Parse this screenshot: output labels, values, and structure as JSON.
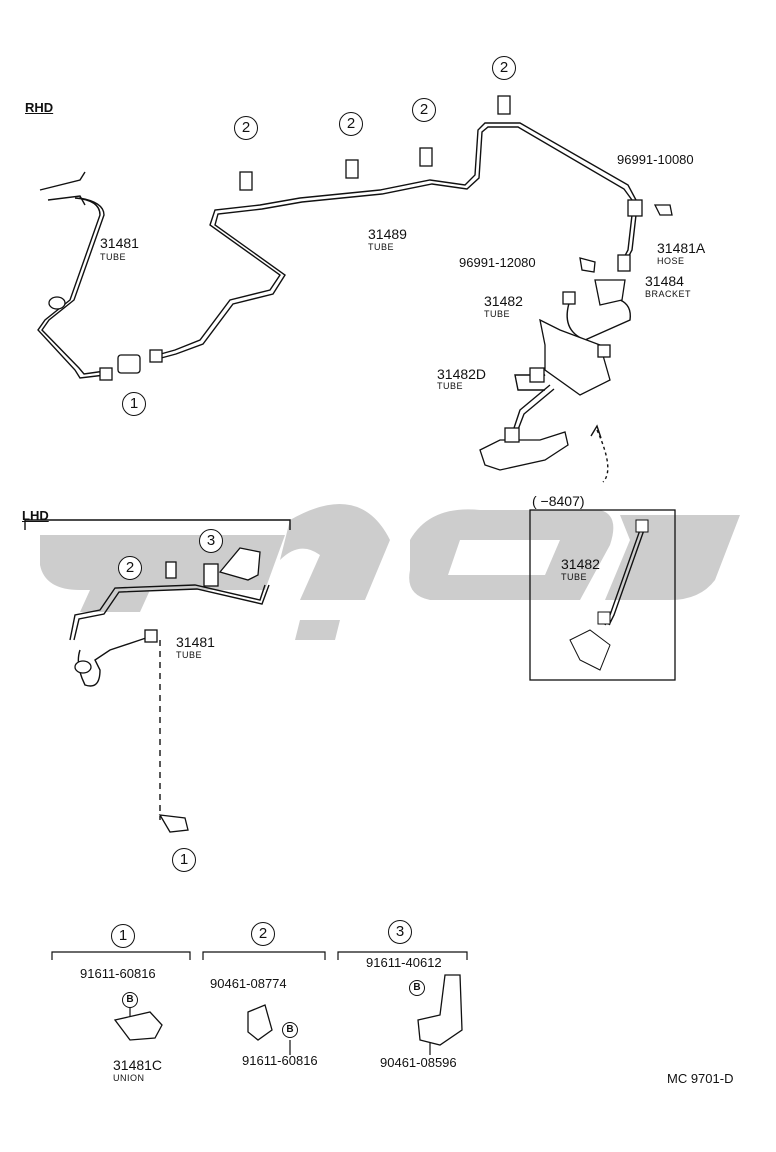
{
  "sections": {
    "rhd": "RHD",
    "lhd": "LHD"
  },
  "callouts": {
    "c2a": "2",
    "c2b": "2",
    "c2c": "2",
    "c2d": "2",
    "c1_rhd": "1",
    "c2_lhd": "2",
    "c3_lhd": "3",
    "c1_lhd": "1",
    "leg1": "1",
    "leg2": "2",
    "leg3": "3"
  },
  "parts": {
    "p31481_rhd": "31481",
    "p31481_rhd_sub": "TUBE",
    "p31489": "31489",
    "p31489_sub": "TUBE",
    "p96991_10080": "96991-10080",
    "p31481a": "31481A",
    "p31481a_sub": "HOSE",
    "p96991_12080": "96991-12080",
    "p31484": "31484",
    "p31484_sub": "BRACKET",
    "p31482": "31482",
    "p31482_sub": "TUBE",
    "p31482d": "31482D",
    "p31482d_sub": "TUBE",
    "range_label": "(      −8407)",
    "p31482_inset": "31482",
    "p31482_inset_sub": "TUBE",
    "p31481_lhd": "31481",
    "p31481_lhd_sub": "TUBE"
  },
  "legend": {
    "l1_top": "91611-60816",
    "l1_b": "B",
    "l1_bottom": "31481C",
    "l1_sub": "UNION",
    "l2_top": "90461-08774",
    "l2_b": "B",
    "l2_bottom": "91611-60816",
    "l3_top": "91611-40612",
    "l3_b": "B",
    "l3_bottom": "90461-08596"
  },
  "footer": {
    "code": "MC 9701-D"
  },
  "watermark": {
    "color": "#c9c9c9"
  }
}
